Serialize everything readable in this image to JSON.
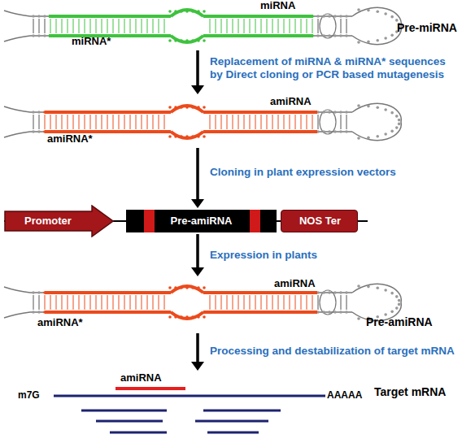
{
  "diagram": {
    "nodes": [
      {
        "text": [
          "miRNA",
          "miRNA*",
          "Pre-miRNA"
        ]
      },
      {
        "text": [
          "amiRNA",
          "amiRNA*"
        ]
      },
      {
        "text": [
          "Promoter"
        ]
      },
      {
        "text": [
          "Pre-amiRNA"
        ]
      },
      {
        "text": [
          "NOS Ter"
        ]
      },
      {
        "text": [
          "amiRNA",
          "amiRNA*",
          "Pre-amiRNA"
        ]
      },
      {
        "text": [
          "amiRNA",
          "m7G",
          "AAAAA",
          "Target mRNA"
        ]
      }
    ],
    "edges": [
      {
        "from": 0,
        "to": 1,
        "arrow": "to",
        "label": "Replacement of miRNA & miRNA* sequences by Direct cloning or PCR based mutagenesis"
      },
      {
        "from": 1,
        "to": 3,
        "arrow": "to",
        "label": "Cloning in plant expression vectors"
      },
      {
        "from": 3,
        "to": 5,
        "arrow": "to",
        "label": "Expression in plants"
      },
      {
        "from": 5,
        "to": 6,
        "arrow": "to",
        "label": "Processing and destabilization of target mRNA"
      }
    ]
  }
}
